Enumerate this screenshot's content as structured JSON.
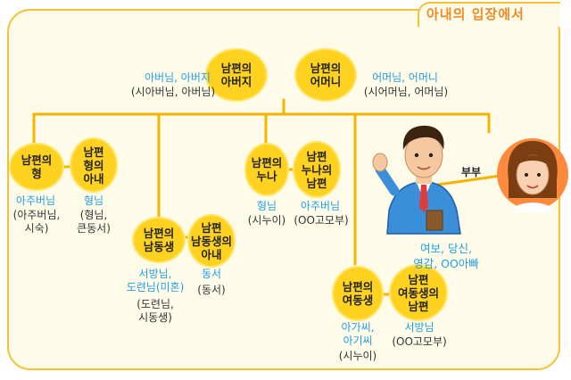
{
  "title": "아내의 입장에서",
  "nodes": {
    "father": "남편의\n아버지",
    "mother": "남편의\n어머니",
    "elder_brother": "남편의\n형",
    "elder_brother_wife": "남편\n형의\n아내",
    "younger_brother": "남편의\n남동생",
    "younger_brother_wife": "남편\n남동생의\n아내",
    "elder_sister": "남편의\n누나",
    "elder_sister_husband": "남편\n누나의\n남편",
    "younger_sister": "남편의\n여동생",
    "younger_sister_husband": "남편\n여동생의\n남편"
  },
  "terms": {
    "father_main": "아버님, 아버지",
    "father_alt": "(시아버님, 아버님)",
    "mother_main": "어머님, 어머니",
    "mother_alt": "(시어머님, 어머님)",
    "elder_brother_main": "아주버님",
    "elder_brother_alt": "(아주버님,\n시숙)",
    "elder_brother_wife_main": "형님",
    "elder_brother_wife_alt": "(형님,\n큰동서)",
    "younger_brother_main": "서방님,\n도련님(미혼)",
    "younger_brother_alt": "(도련님,\n시동생)",
    "younger_brother_wife_main": "동서",
    "younger_brother_wife_alt": "(동서)",
    "elder_sister_main": "형님",
    "elder_sister_alt": "(시누이)",
    "elder_sister_husband_main": "아주버님",
    "elder_sister_husband_alt": "(OO고모부)",
    "younger_sister_main": "아가씨,\n아기씨",
    "younger_sister_alt": "(시누이)",
    "younger_sister_husband_main": "서방님",
    "younger_sister_husband_alt": "(OO고모부)",
    "couple_label": "부부",
    "spouse_terms": "여보, 당신,\n영감, OO아빠"
  },
  "colors": {
    "node": "#ffd21f",
    "line": "#f5b400",
    "term_blue": "#1f9ee6",
    "title_orange": "#f08a24"
  }
}
